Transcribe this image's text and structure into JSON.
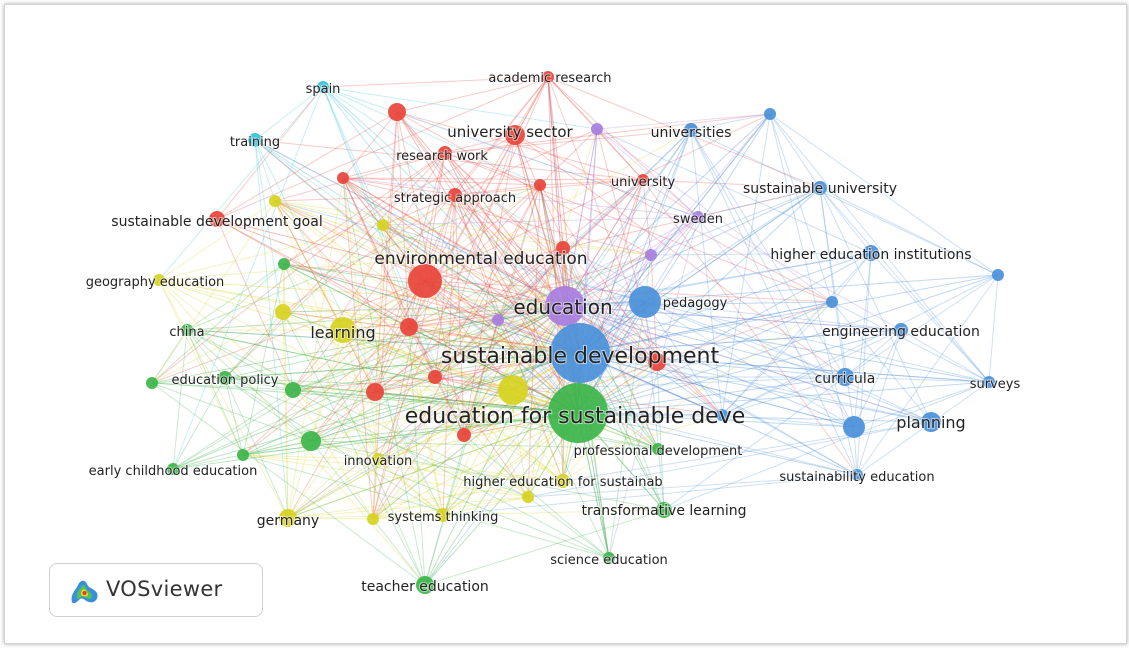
{
  "software": "VOSviewer",
  "logo_icon": "vosviewer-logo-icon",
  "cluster_colors": {
    "red": "#e8443a",
    "green": "#3cb54a",
    "blue": "#4a90d9",
    "yellow": "#d7d21f",
    "purple": "#a77ee0",
    "cyan": "#32c4d6"
  },
  "nodes": [
    {
      "id": "sustainable development",
      "label": "sustainable development",
      "cluster": "blue",
      "weight": 10
    },
    {
      "id": "education for sustainable development",
      "label": "education for sustainable deve",
      "cluster": "green",
      "weight": 10
    },
    {
      "id": "education",
      "label": "education",
      "cluster": "purple",
      "weight": 7
    },
    {
      "id": "environmental education",
      "label": "environmental education",
      "cluster": "red",
      "weight": 5
    },
    {
      "id": "learning",
      "label": "learning",
      "cluster": "yellow",
      "weight": 5
    },
    {
      "id": "university sector",
      "label": "university sector",
      "cluster": "red",
      "weight": 4
    },
    {
      "id": "academic research",
      "label": "academic research",
      "cluster": "red",
      "weight": 2
    },
    {
      "id": "research work",
      "label": "research work",
      "cluster": "red",
      "weight": 2
    },
    {
      "id": "strategic approach",
      "label": "strategic approach",
      "cluster": "red",
      "weight": 2
    },
    {
      "id": "sustainable development goal",
      "label": "sustainable development goal",
      "cluster": "red",
      "weight": 3
    },
    {
      "id": "university",
      "label": "university",
      "cluster": "red",
      "weight": 2
    },
    {
      "id": "spain",
      "label": "spain",
      "cluster": "cyan",
      "weight": 2
    },
    {
      "id": "training",
      "label": "training",
      "cluster": "cyan",
      "weight": 2
    },
    {
      "id": "universities",
      "label": "universities",
      "cluster": "blue",
      "weight": 3
    },
    {
      "id": "sustainable university",
      "label": "sustainable university",
      "cluster": "blue",
      "weight": 3
    },
    {
      "id": "sweden",
      "label": "sweden",
      "cluster": "purple",
      "weight": 2
    },
    {
      "id": "higher education institutions",
      "label": "higher education institutions",
      "cluster": "blue",
      "weight": 3
    },
    {
      "id": "pedagogy",
      "label": "pedagogy",
      "cluster": "blue",
      "weight": 3
    },
    {
      "id": "engineering education",
      "label": "engineering education",
      "cluster": "blue",
      "weight": 3
    },
    {
      "id": "curricula",
      "label": "curricula",
      "cluster": "blue",
      "weight": 3
    },
    {
      "id": "surveys",
      "label": "surveys",
      "cluster": "blue",
      "weight": 2
    },
    {
      "id": "planning",
      "label": "planning",
      "cluster": "blue",
      "weight": 4
    },
    {
      "id": "sustainability education",
      "label": "sustainability education",
      "cluster": "blue",
      "weight": 2
    },
    {
      "id": "geography education",
      "label": "geography education",
      "cluster": "yellow",
      "weight": 2
    },
    {
      "id": "china",
      "label": "china",
      "cluster": "green",
      "weight": 2
    },
    {
      "id": "education policy",
      "label": "education policy",
      "cluster": "green",
      "weight": 2
    },
    {
      "id": "early childhood education",
      "label": "early childhood education",
      "cluster": "green",
      "weight": 2
    },
    {
      "id": "innovation",
      "label": "innovation",
      "cluster": "yellow",
      "weight": 2
    },
    {
      "id": "germany",
      "label": "germany",
      "cluster": "yellow",
      "weight": 3
    },
    {
      "id": "systems thinking",
      "label": "systems thinking",
      "cluster": "yellow",
      "weight": 2
    },
    {
      "id": "higher education for sustainability",
      "label": "higher education for sustainab",
      "cluster": "yellow",
      "weight": 2
    },
    {
      "id": "professional development",
      "label": "professional development",
      "cluster": "green",
      "weight": 2
    },
    {
      "id": "transformative learning",
      "label": "transformative learning",
      "cluster": "green",
      "weight": 3
    },
    {
      "id": "science education",
      "label": "science education",
      "cluster": "green",
      "weight": 2
    },
    {
      "id": "teacher education",
      "label": "teacher education",
      "cluster": "green",
      "weight": 3
    }
  ]
}
